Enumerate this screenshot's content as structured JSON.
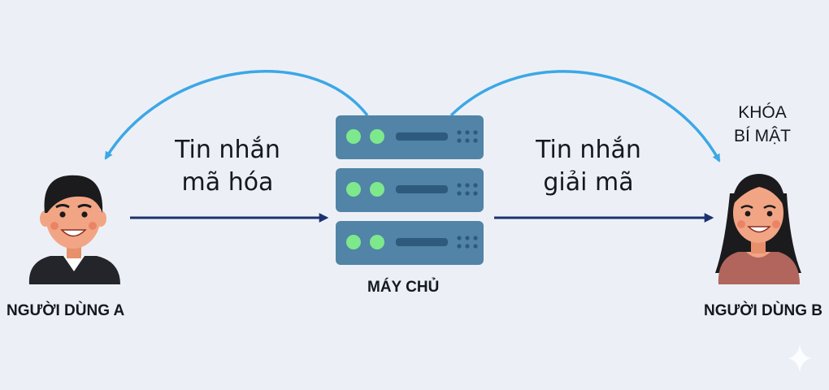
{
  "nodes": {
    "user_a": {
      "label": "NGƯỜI DÙNG A"
    },
    "server": {
      "label": "MÁY CHỦ"
    },
    "user_b": {
      "label": "NGƯỜI DÙNG B"
    }
  },
  "edges": {
    "a_to_server": {
      "label_line1": "Tin nhắn",
      "label_line2": "mã hóa"
    },
    "server_to_b": {
      "label_line1": "Tin nhắn",
      "label_line2": "giải mã"
    }
  },
  "annotation": {
    "line1": "KHÓA",
    "line2": "BÍ MẬT"
  },
  "colors": {
    "background": "#ecf0f6",
    "curved_arrow": "#3ca7e6",
    "straight_arrow": "#1c3270",
    "server_body": "#5184a6",
    "server_slot": "#2d5a7d",
    "server_led": "#7ee88c",
    "user_a_shirt": "#24252b",
    "user_b_shirt": "#b1655c",
    "skin": "#f2a584",
    "hair": "#1b1b1d"
  },
  "icons": {
    "user_a": "man-avatar-icon",
    "server": "server-rack-icon",
    "user_b": "woman-avatar-icon",
    "watermark": "sparkle-icon"
  }
}
